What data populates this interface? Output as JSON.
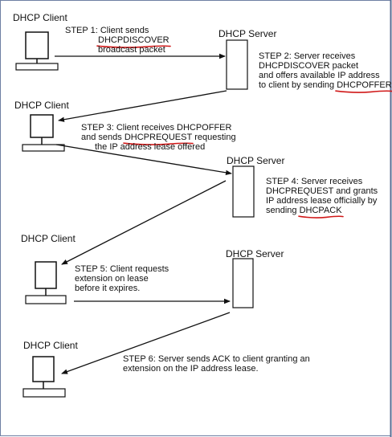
{
  "labels": {
    "client_1": "DHCP Client",
    "client_2": "DHCP Client",
    "client_3": "DHCP Client",
    "client_4": "DHCP Client",
    "server_1": "DHCP Server",
    "server_2": "DHCP Server",
    "server_3": "DHCP Server"
  },
  "steps": {
    "s1": {
      "line1": "STEP 1: Client sends",
      "msg": "DHCPDISCOVER",
      "line3": "broadcast packet"
    },
    "s2": {
      "line1": "STEP 2: Server receives",
      "line2": "DHCPDISCOVER packet",
      "line3": "and offers available IP address",
      "line4_pre": "to client by sending ",
      "msg": "DHCPOFFER"
    },
    "s3": {
      "line1": "STEP 3: Client receives DHCPOFFER",
      "line2_pre": "and sends ",
      "msg": "DHCPREQUEST",
      "line2_post": " requesting",
      "line3": "the IP address lease offered"
    },
    "s4": {
      "line1": "STEP 4: Server receives",
      "line2": "DHCPREQUEST and grants",
      "line3": "IP address lease officially by",
      "line4_pre": "sending ",
      "msg": "DHCPACK"
    },
    "s5": {
      "line1": "STEP 5: Client requests",
      "line2": "extension on lease",
      "line3": "before it expires."
    },
    "s6": {
      "line1": "STEP 6: Server sends ACK to client granting an",
      "line2": "extension on the IP address lease."
    }
  },
  "colors": {
    "ink": "#111111",
    "underline": "#d01818",
    "frame": "#6e7fa3",
    "background": "#ffffff"
  }
}
